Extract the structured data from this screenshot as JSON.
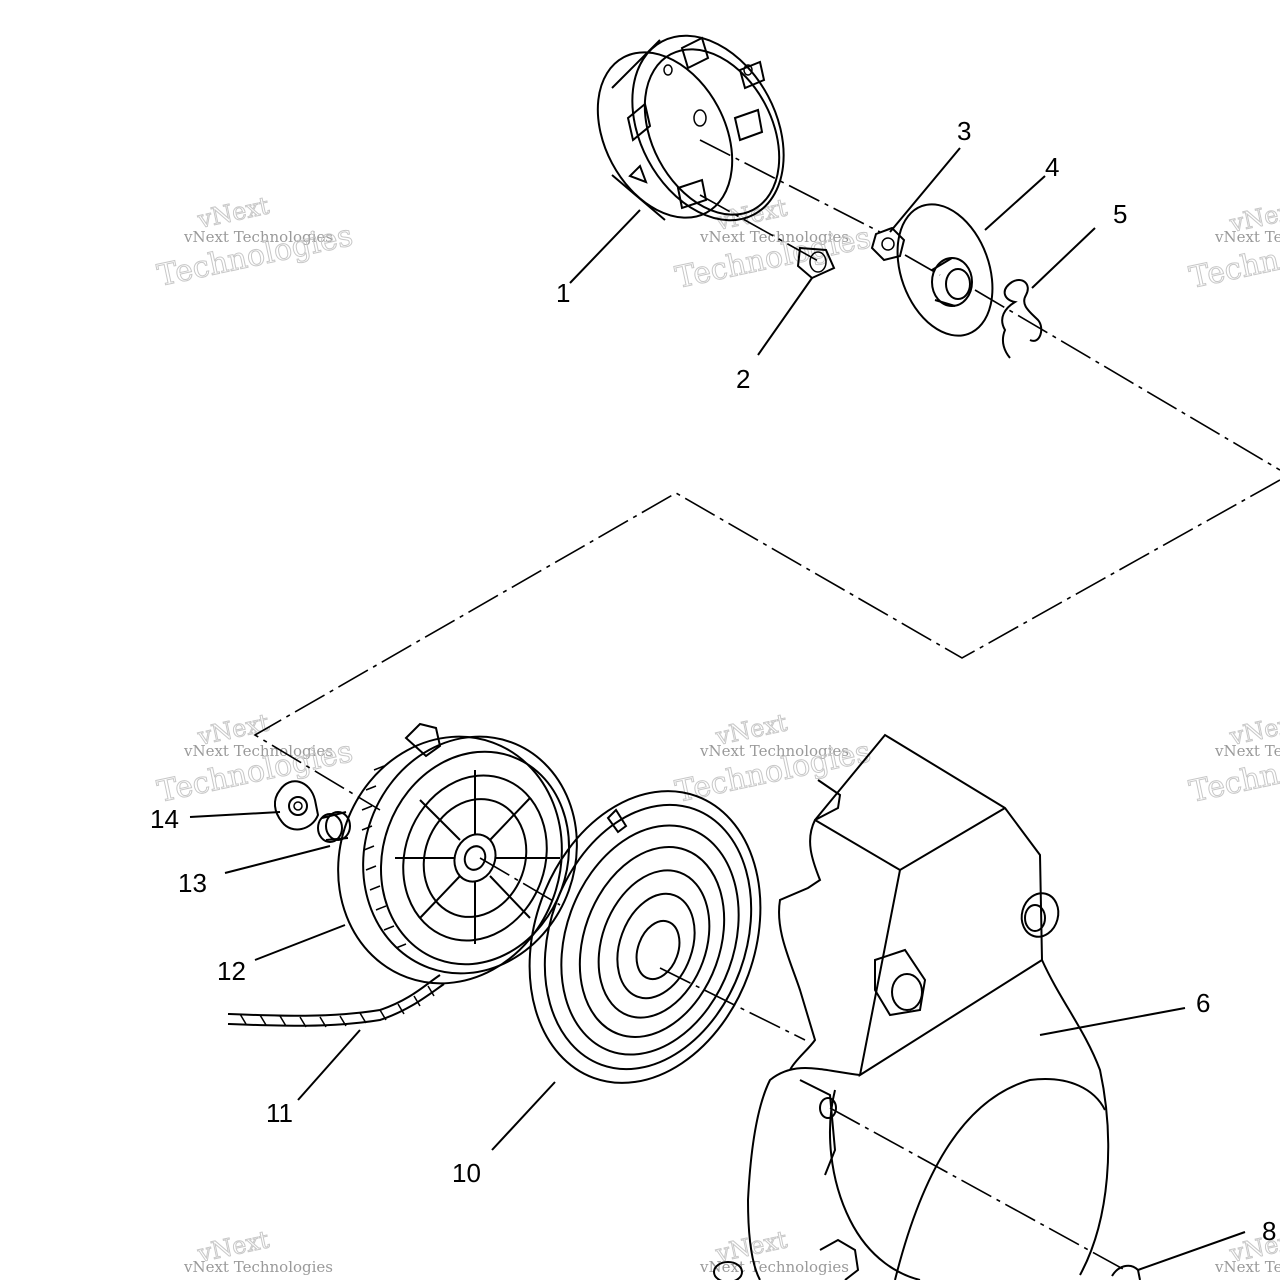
{
  "diagram": {
    "callouts": {
      "c1": "1",
      "c2": "2",
      "c3": "3",
      "c4": "4",
      "c5": "5",
      "c6": "6",
      "c8": "8",
      "c10": "10",
      "c11": "11",
      "c12": "12",
      "c13": "13",
      "c14": "14"
    },
    "watermark": {
      "brand": "vNext",
      "company": "vNext Technologies",
      "word": "Technologies"
    }
  }
}
